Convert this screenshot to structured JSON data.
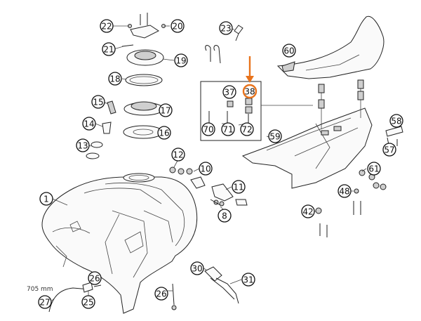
{
  "callouts": [
    {
      "n": "22"
    },
    {
      "n": "20"
    },
    {
      "n": "23"
    },
    {
      "n": "21"
    },
    {
      "n": "19"
    },
    {
      "n": "60"
    },
    {
      "n": "18"
    },
    {
      "n": "37"
    },
    {
      "n": "38"
    },
    {
      "n": "15"
    },
    {
      "n": "17"
    },
    {
      "n": "14"
    },
    {
      "n": "16"
    },
    {
      "n": "70"
    },
    {
      "n": "71"
    },
    {
      "n": "72"
    },
    {
      "n": "59"
    },
    {
      "n": "58"
    },
    {
      "n": "13"
    },
    {
      "n": "57"
    },
    {
      "n": "12"
    },
    {
      "n": "10"
    },
    {
      "n": "61"
    },
    {
      "n": "1"
    },
    {
      "n": "11"
    },
    {
      "n": "48"
    },
    {
      "n": "8"
    },
    {
      "n": "42"
    },
    {
      "n": "30"
    },
    {
      "n": "26"
    },
    {
      "n": "31"
    },
    {
      "n": "26"
    },
    {
      "n": "27"
    },
    {
      "n": "25"
    }
  ],
  "dimension_label": "705 mm",
  "highlight": {
    "callout": "38",
    "color": "#e8731c"
  }
}
